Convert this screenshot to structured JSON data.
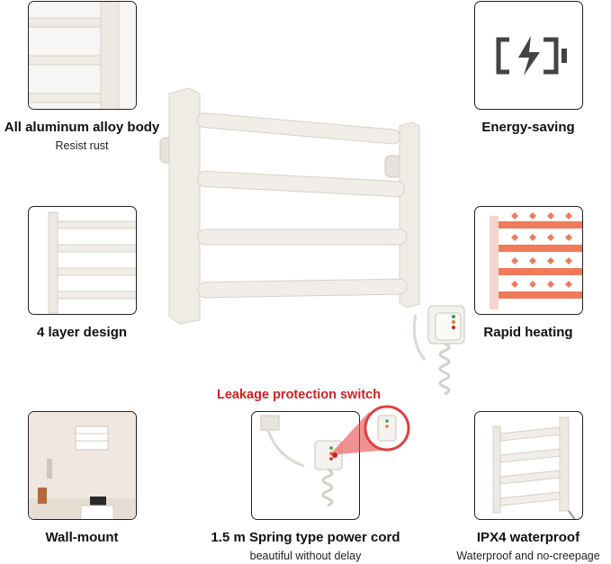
{
  "features": {
    "body": {
      "title": "All aluminum alloy body",
      "subtitle": "Resist rust"
    },
    "energy": {
      "title": "Energy-saving"
    },
    "layers": {
      "title": "4 layer design"
    },
    "heating": {
      "title": "Rapid heating"
    },
    "wall": {
      "title": "Wall-mount"
    },
    "cord": {
      "title": "1.5 m Spring type power cord",
      "subtitle": "beautiful without delay"
    },
    "waterproof": {
      "title": "IPX4 waterproof",
      "subtitle": "Waterproof and no-creepage"
    }
  },
  "callout": {
    "leakage_label": "Leakage protection switch"
  },
  "colors": {
    "accent_red": "#d32020",
    "rack_white": "#eeeae4",
    "heat_orange": "#f07a5a"
  },
  "icons": [
    "battery-charging-icon",
    "heat-arrow-icon",
    "magnifier-callout-icon"
  ]
}
